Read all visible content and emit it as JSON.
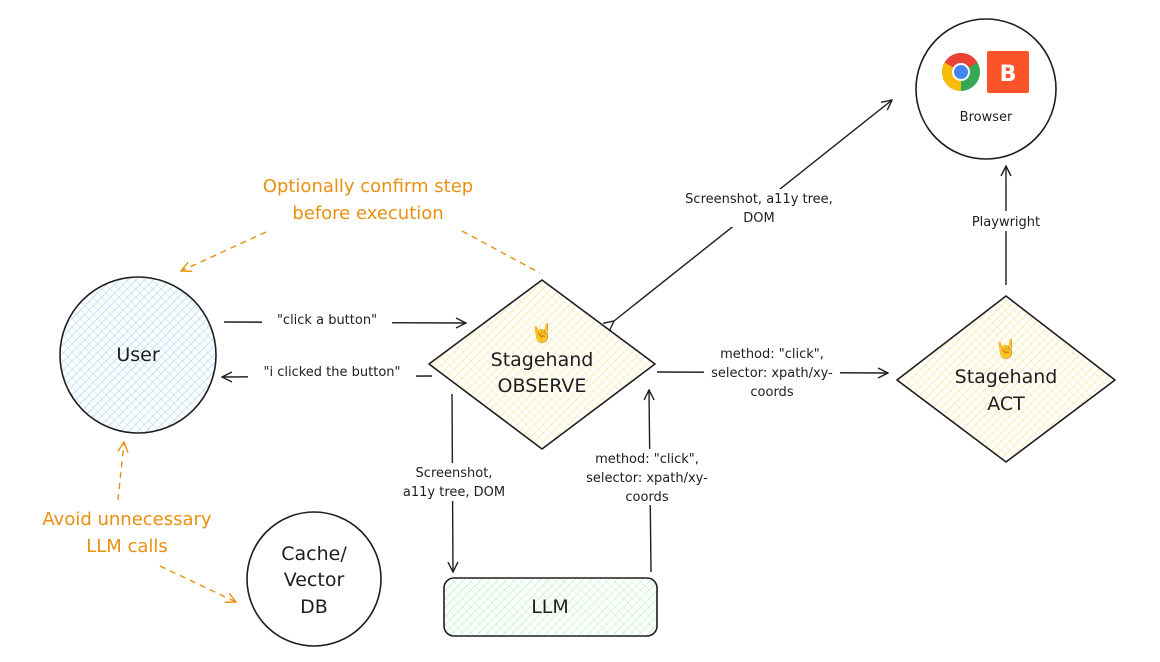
{
  "nodes": {
    "user": "User",
    "observe": [
      "Stagehand",
      "OBSERVE"
    ],
    "act": [
      "Stagehand",
      "ACT"
    ],
    "browser": "Browser",
    "browser_logo_b": "B",
    "cache": [
      "Cache/",
      "Vector",
      "DB"
    ],
    "llm": "LLM"
  },
  "edges": {
    "user_to_observe": "\"click a button\"",
    "observe_to_user": "\"i clicked the button\"",
    "browser_observe": [
      "Screenshot, a11y tree,",
      "DOM"
    ],
    "observe_act": [
      "method: \"click\",",
      "selector: xpath/xy-",
      "coords"
    ],
    "act_browser": "Playwright",
    "observe_llm": [
      "Screenshot,",
      "a11y tree, DOM"
    ],
    "llm_observe": [
      "method: \"click\",",
      "selector: xpath/xy-",
      "coords"
    ]
  },
  "notes": {
    "confirm": [
      "Optionally confirm step",
      "before execution"
    ],
    "avoid": [
      "Avoid unnecessary",
      "LLM calls"
    ]
  },
  "colors": {
    "stroke": "#1e1e1e",
    "orange": "#e8900f",
    "user_fill": "#a5d8ff",
    "diamond_fill": "#ffec99",
    "llm_fill": "#b2f2bb",
    "brave": "#fb542b"
  },
  "icons": [
    "rock-hand-icon",
    "chrome-icon",
    "brave-icon"
  ]
}
